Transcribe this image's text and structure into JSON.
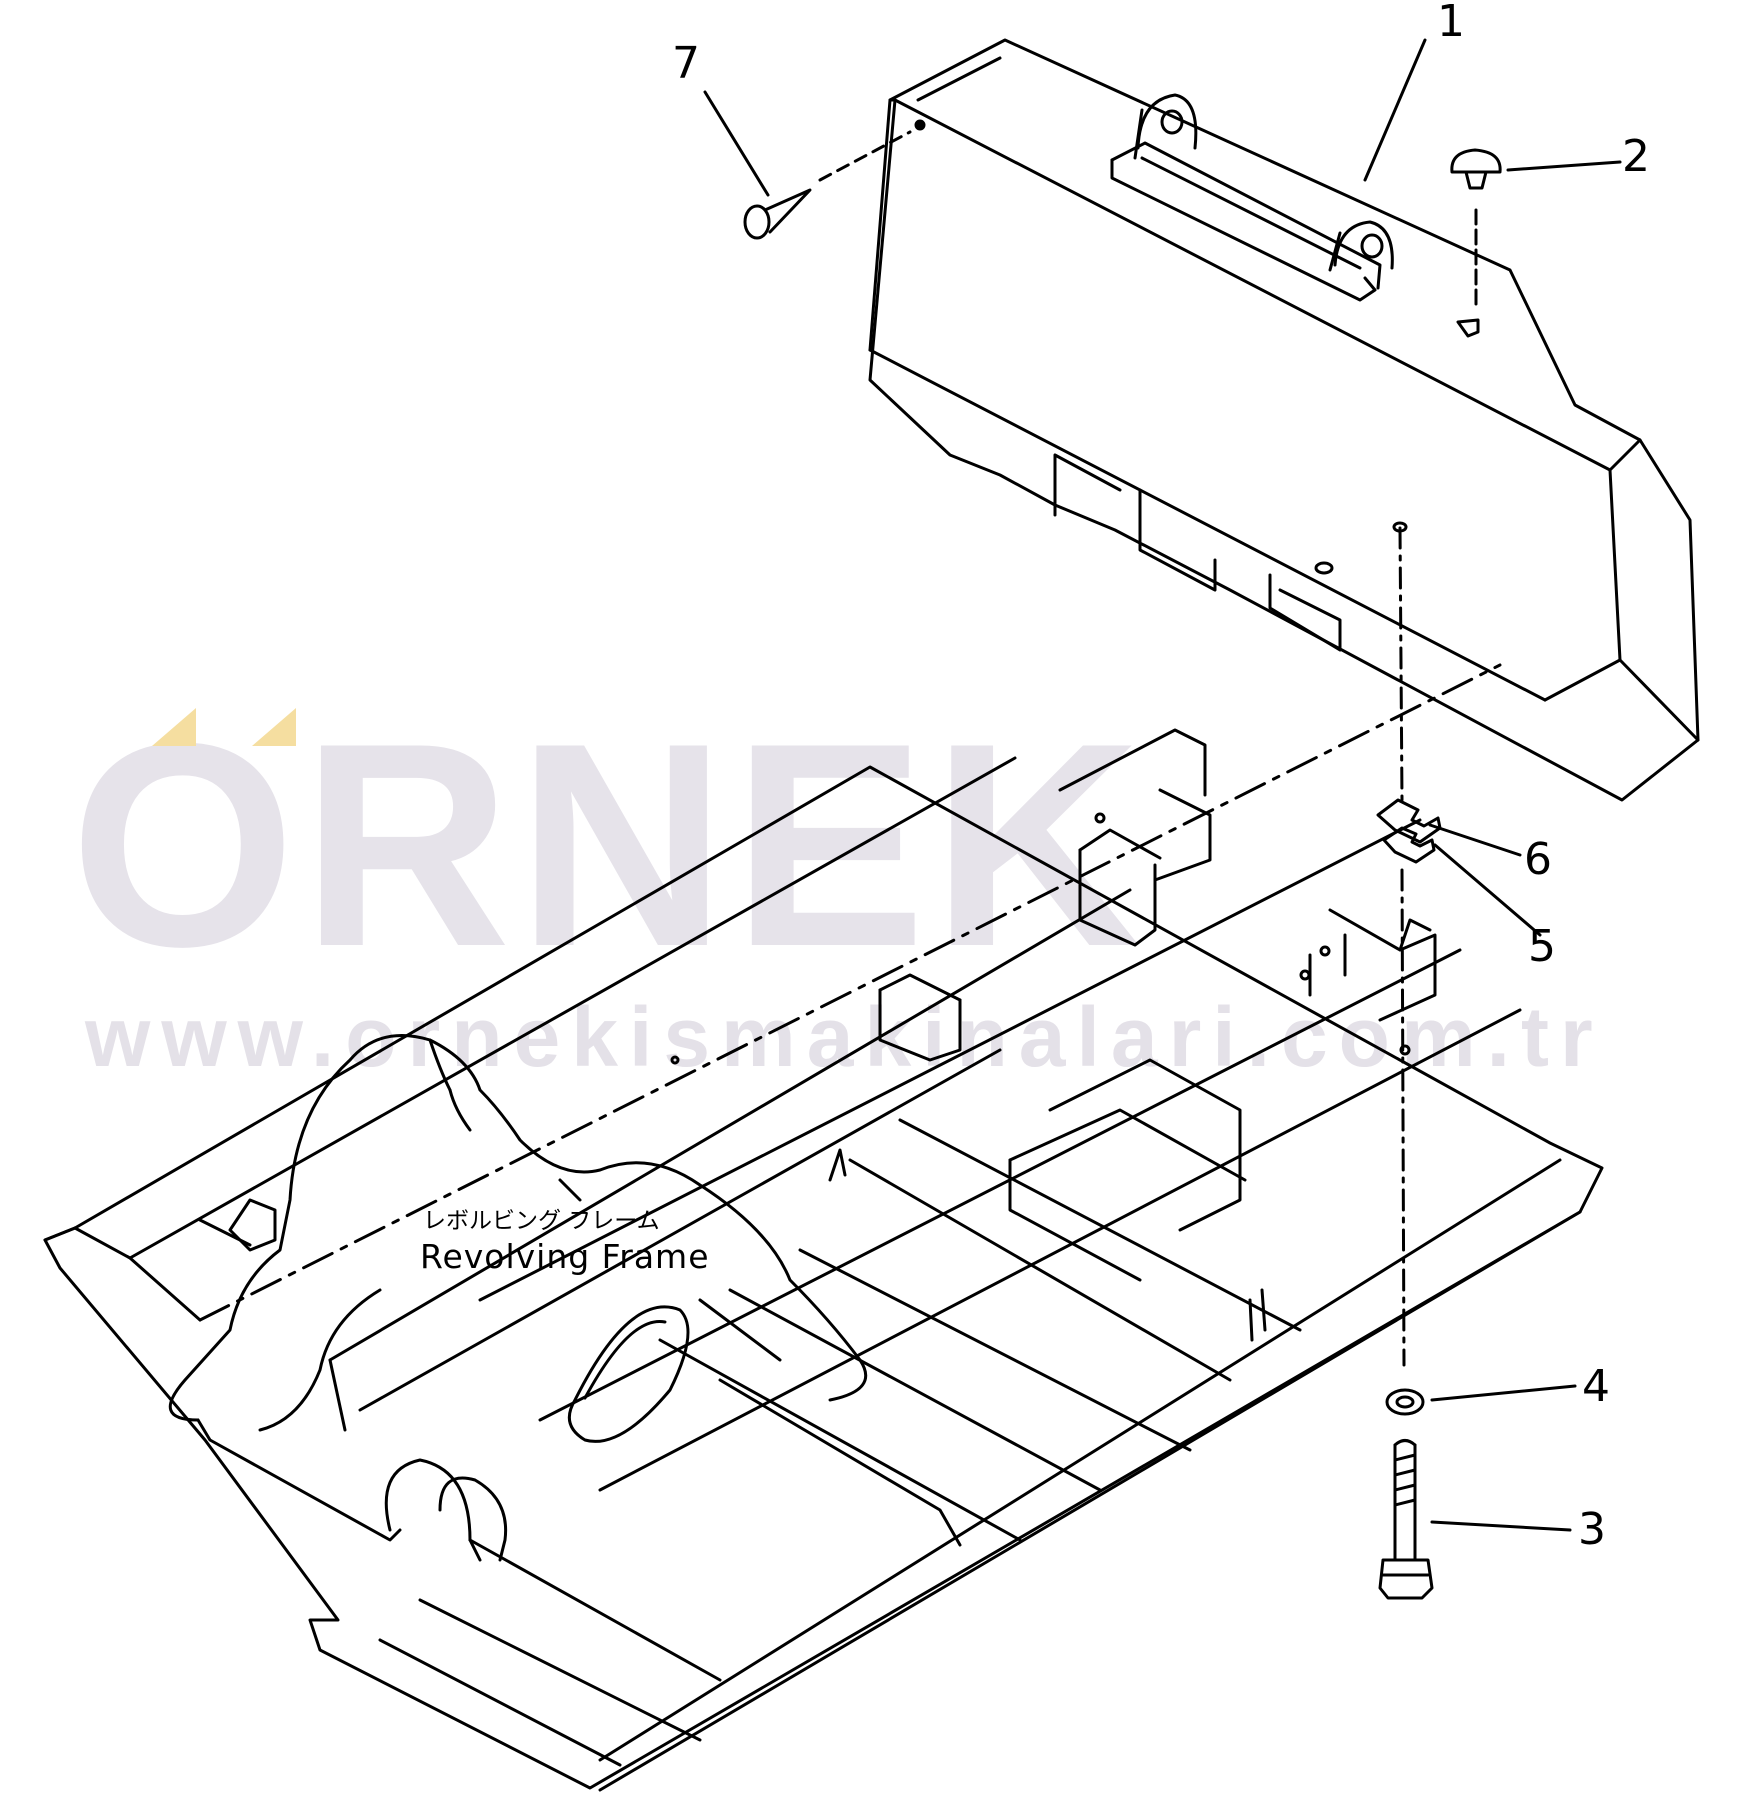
{
  "watermark": {
    "logo": "ORNEK",
    "url": "www.ornekismakinalari.com.tr",
    "logo_color": "#e6e3ea",
    "url_color": "#e4e1e8",
    "accent_color": "#f5dea0"
  },
  "diagram": {
    "frame_label_jp": "レボルビング フレーム",
    "frame_label_en": "Revolving Frame",
    "line_color": "#000000"
  },
  "callouts": [
    {
      "label": "1",
      "part": "counterweight"
    },
    {
      "label": "2",
      "part": "cap"
    },
    {
      "label": "3",
      "part": "bolt"
    },
    {
      "label": "4",
      "part": "washer"
    },
    {
      "label": "5",
      "part": "shim"
    },
    {
      "label": "6",
      "part": "shim"
    },
    {
      "label": "7",
      "part": "plug"
    }
  ]
}
